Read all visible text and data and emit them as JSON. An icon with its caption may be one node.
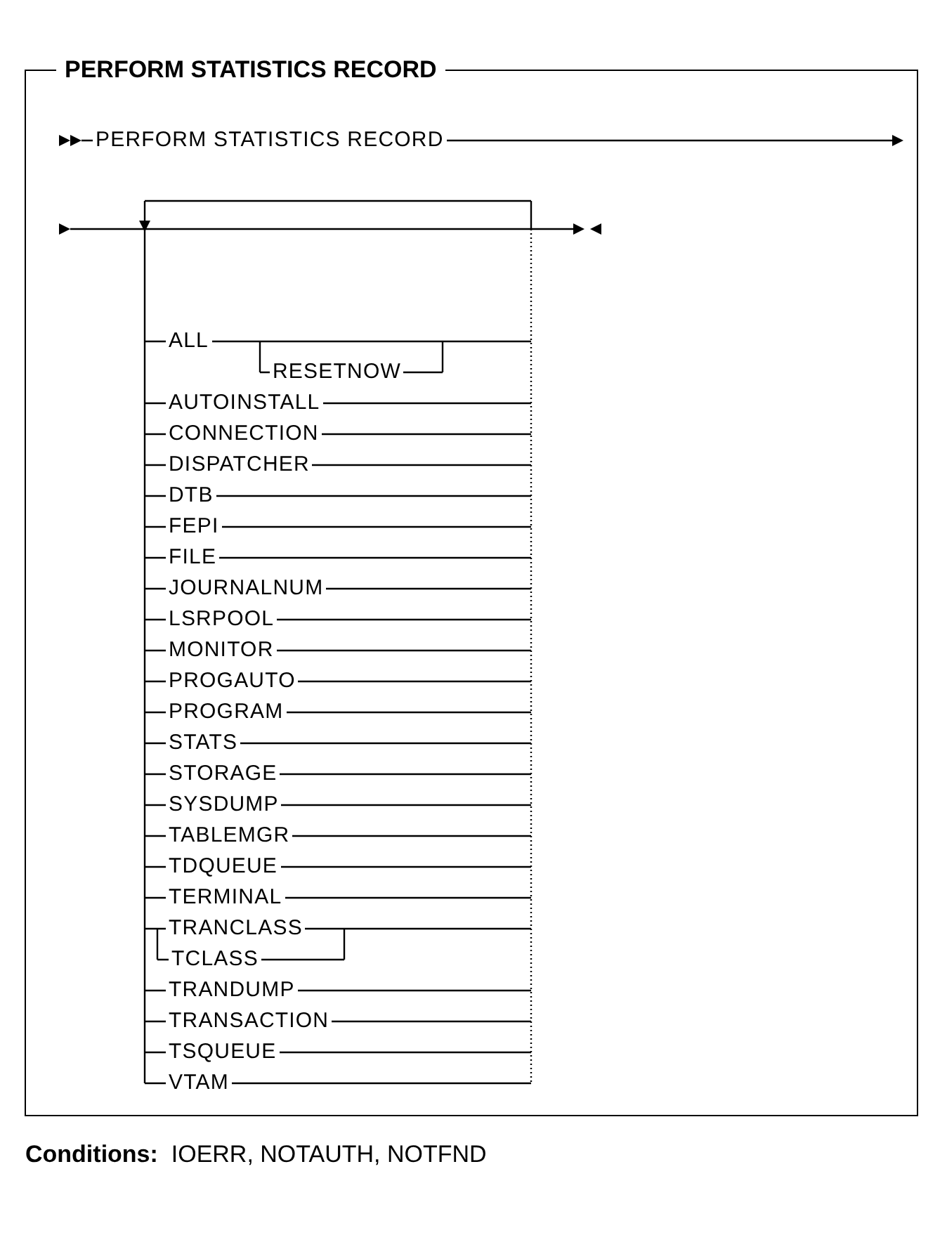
{
  "diagram": {
    "title": "PERFORM STATISTICS RECORD",
    "labels": [
      "PERFORM STATISTICS RECORD",
      "ALL",
      "RESETNOW",
      "AUTOINSTALL",
      "CONNECTION",
      "DISPATCHER",
      "DTB",
      "FEPI",
      "FILE",
      "JOURNALNUM",
      "LSRPOOL",
      "MONITOR",
      "PROGAUTO",
      "PROGRAM",
      "STATS",
      "STORAGE",
      "SYSDUMP",
      "TABLEMGR",
      "TDQUEUE",
      "TERMINAL",
      "TRANCLASS",
      "TCLASS",
      "TRANDUMP",
      "TRANSACTION",
      "TSQUEUE",
      "VTAM",
      "**Conditions:**  IOERR, NOTAUTH, NOTFND"
    ]
  }
}
